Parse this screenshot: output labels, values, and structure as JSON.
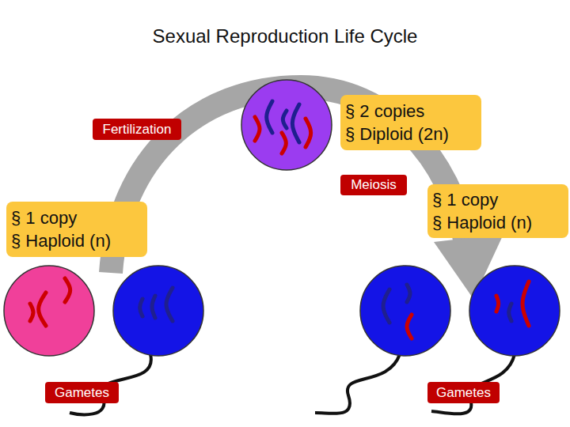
{
  "diagram": {
    "title": "Sexual Reproduction Life Cycle",
    "nodes": [
      {
        "text": [
          "Fertilization"
        ]
      },
      {
        "text": [
          "§ 2 copies",
          "§ Diploid (2n)"
        ]
      },
      {
        "text": [
          "Meiosis"
        ]
      },
      {
        "text": [
          "§ 1 copy",
          "§ Haploid (n)"
        ]
      },
      {
        "text": [
          "§ 1 copy",
          "§ Haploid (n)"
        ]
      },
      {
        "text": [
          "Gametes"
        ]
      },
      {
        "text": [
          "Gametes"
        ]
      }
    ]
  }
}
